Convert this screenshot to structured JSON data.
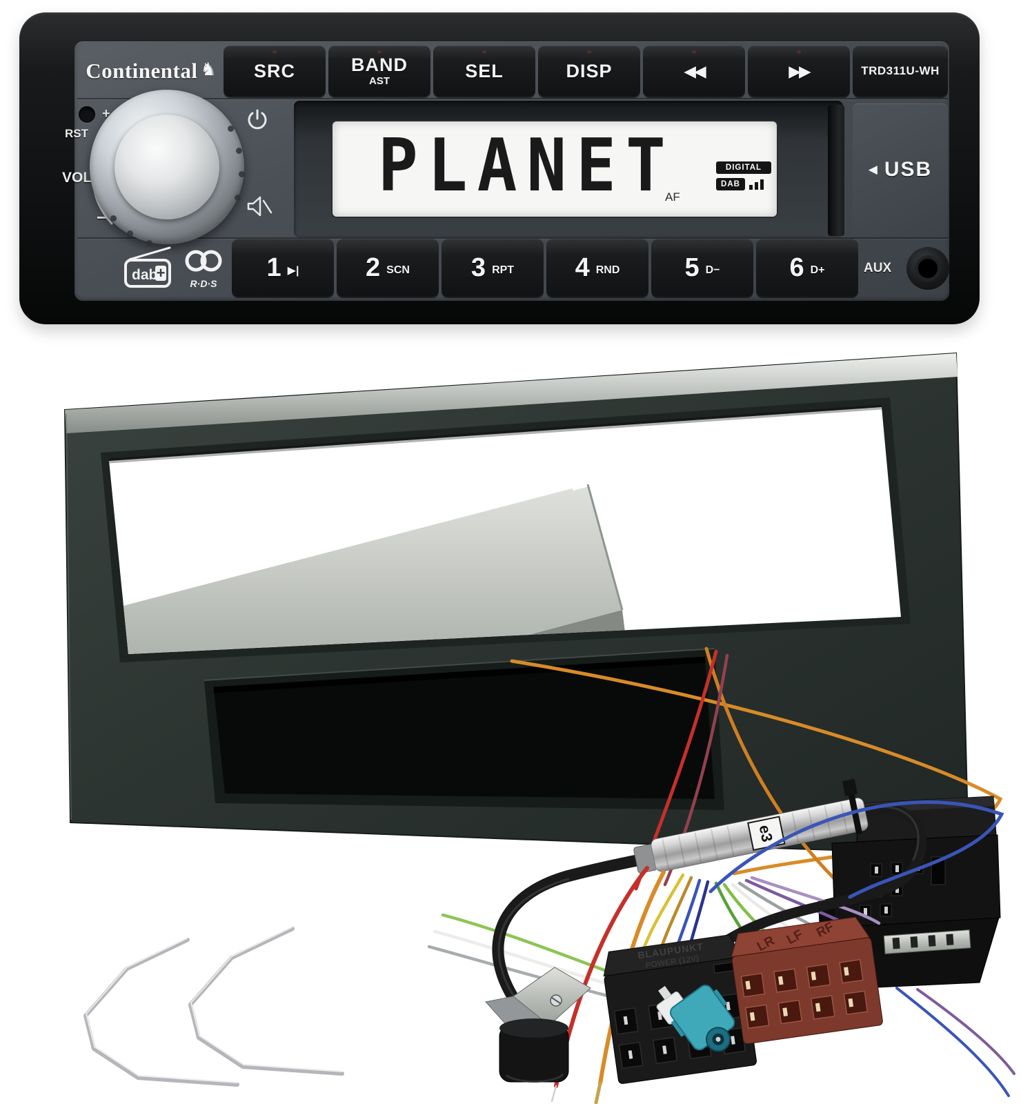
{
  "product": {
    "brand": "Continental",
    "model": "TRD311U-WH"
  },
  "radio": {
    "top_buttons": [
      {
        "label": "SRC",
        "sub": ""
      },
      {
        "label": "BAND",
        "sub": "AST"
      },
      {
        "label": "SEL",
        "sub": ""
      },
      {
        "label": "DISP",
        "sub": ""
      },
      {
        "label": "◀◀",
        "sub": ""
      },
      {
        "label": "▶▶",
        "sub": ""
      }
    ],
    "knob": {
      "reset": "RST",
      "volume": "VOL",
      "plus": "+",
      "minus": "−"
    },
    "display": {
      "text": "PLANET",
      "digital_badge": "DIGITAL",
      "dab_badge": "DAB",
      "af": "AF"
    },
    "usb": {
      "arrow": "◀",
      "label": "USB"
    },
    "logos": {
      "dab": "dab",
      "dab_plus": "+",
      "rds": "R·D·S"
    },
    "presets": [
      {
        "number": "1",
        "sub": "▶|"
      },
      {
        "number": "2",
        "sub": "SCN"
      },
      {
        "number": "3",
        "sub": "RPT"
      },
      {
        "number": "4",
        "sub": "RND"
      },
      {
        "number": "5",
        "sub": "D−"
      },
      {
        "number": "6",
        "sub": "D+"
      }
    ],
    "aux": "AUX"
  },
  "harness": {
    "power_plug_brand": "BLAUPUNKT",
    "power_plug_label": "POWER (12V)",
    "speaker_plug_marks": [
      "RF",
      "LF",
      "LR"
    ],
    "antenna_adapter_label": "e3"
  },
  "colors": {
    "radio_faceplate": "#4a5056",
    "button_black": "#17181a",
    "lcd_background": "#f6f7f5",
    "lcd_text": "#1a1a1a",
    "fascia_gray_green": "#2e3734",
    "iso_power_black": "#1a1a1b",
    "iso_speaker_brown": "#7c392c",
    "fakra_teal": "#3fa9ba",
    "wire_orange": "#d88b28",
    "wire_red": "#c5302a",
    "wire_blue": "#3a55b8",
    "wire_green": "#57a234",
    "wire_yellow": "#d9c136",
    "wire_purple": "#7d5a9e",
    "metal_silver": "#c6c9c4"
  }
}
